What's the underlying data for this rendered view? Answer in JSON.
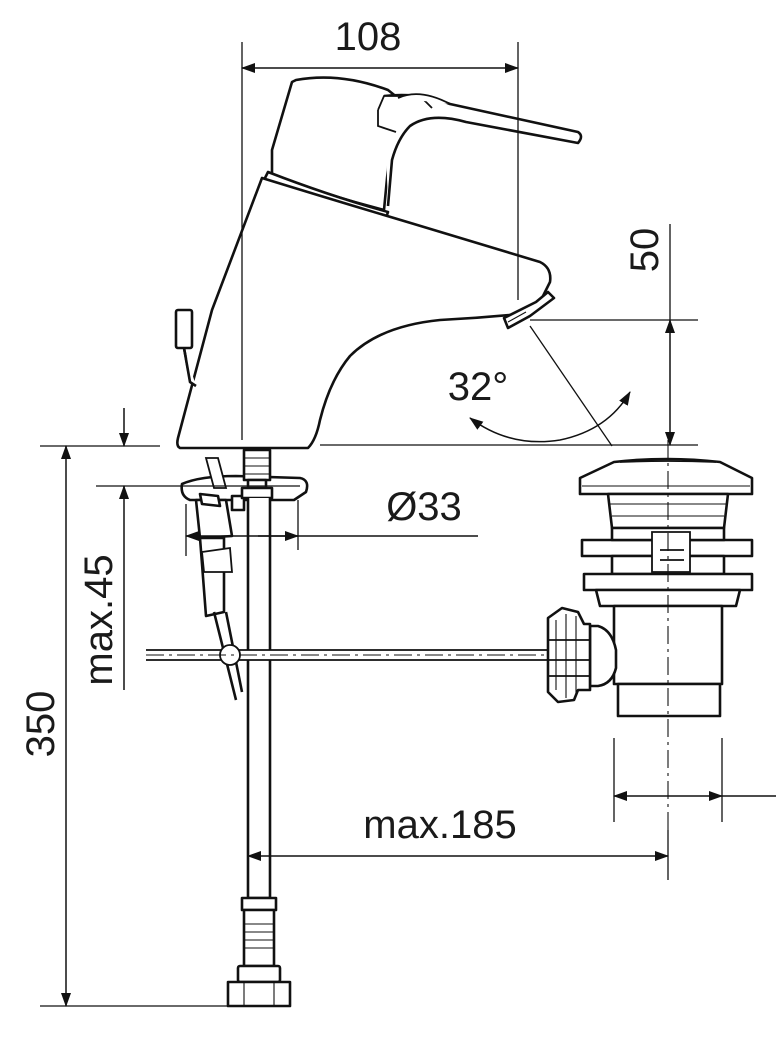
{
  "dimensions": {
    "width_top": "108",
    "outlet_height": "50",
    "spout_angle": "32°",
    "diameter": "Ø33",
    "max_thickness": "max.45",
    "hose_length": "350",
    "max_distance": "max.185"
  },
  "colors": {
    "line": "#111111",
    "background": "#ffffff"
  }
}
